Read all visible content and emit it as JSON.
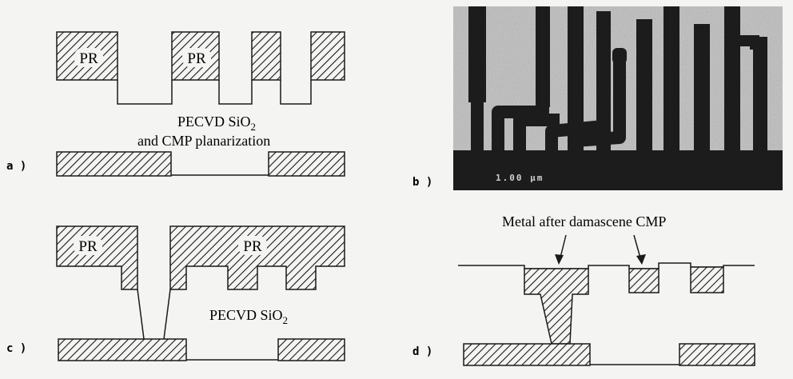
{
  "panels": {
    "a": {
      "tag": "a )",
      "pr_left": "PR",
      "pr_right": "PR",
      "caption_line1_main": "PECVD SiO",
      "caption_line1_sub": "2",
      "caption_line2": "and CMP planarization"
    },
    "b": {
      "tag": "b )",
      "scale_text": "1.00 μm"
    },
    "c": {
      "tag": "c )",
      "pr_left": "PR",
      "pr_right": "PR",
      "caption_main": "PECVD SiO",
      "caption_sub": "2"
    },
    "d": {
      "tag": "d )",
      "caption": "Metal after damascene CMP"
    }
  },
  "colors": {
    "ink": "#1a1a1a",
    "paper": "#f4f4f2",
    "sem_light": "#bdbdbd",
    "sem_dark": "#1c1c1c"
  }
}
